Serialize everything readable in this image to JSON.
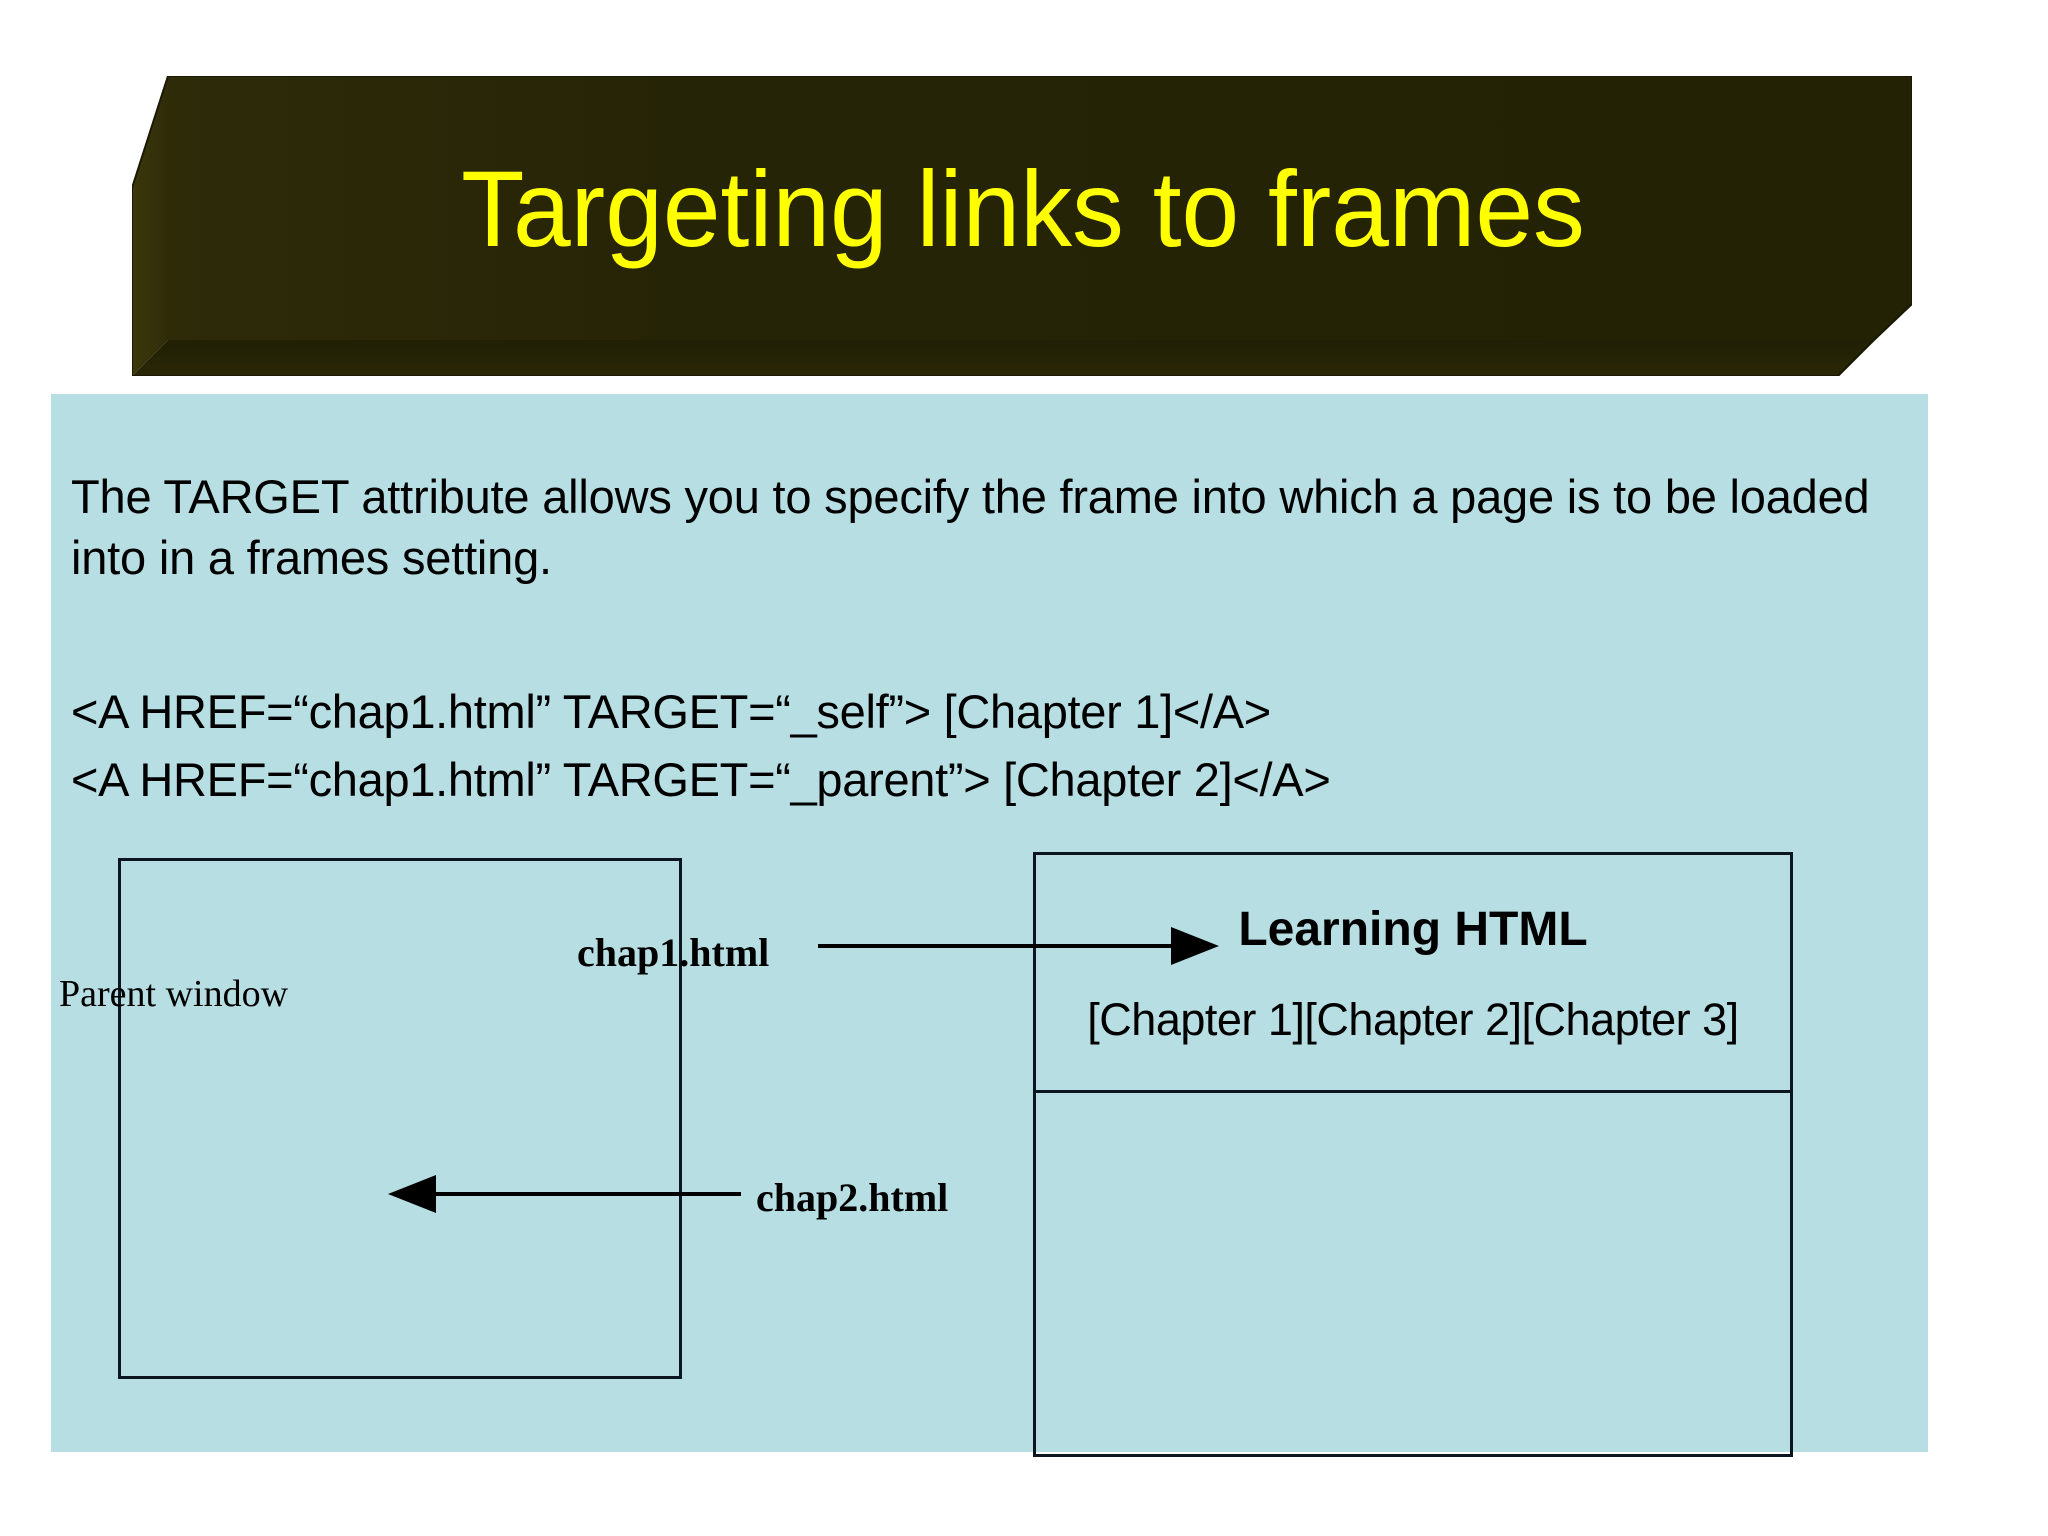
{
  "slide": {
    "title": "Targeting links to frames",
    "title_color": "#ffff00",
    "banner_color": "#2b2a07",
    "panel_color": "#b7dee2",
    "text_color": "#000000"
  },
  "content": {
    "intro": "The TARGET attribute allows you to specify the frame into which a page is to be loaded into in a frames setting.",
    "code_lines": [
      "<A HREF=“chap1.html” TARGET=“_self”> [Chapter 1]</A>",
      "<A HREF=“chap1.html” TARGET=“_parent”> [Chapter 2]</A>"
    ]
  },
  "diagram": {
    "parent_window_label": "Parent window",
    "browser_frame": {
      "heading": "Learning HTML",
      "links": "[Chapter 1][Chapter 2][Chapter 3]"
    },
    "arrows": [
      {
        "label": "chap1.html",
        "direction": "right"
      },
      {
        "label": "chap2.html",
        "direction": "left"
      }
    ]
  }
}
